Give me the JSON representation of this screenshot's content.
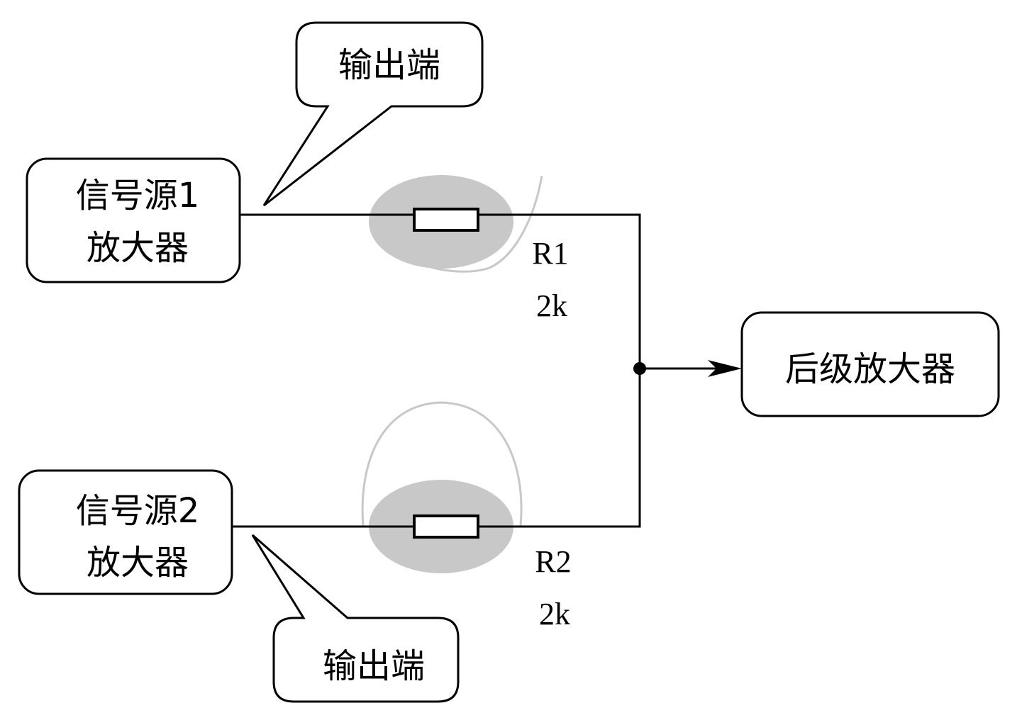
{
  "callout_top": {
    "label": "输出端"
  },
  "callout_bottom": {
    "label": "输出端"
  },
  "source1": {
    "line1": "信号源1",
    "line2": "放大器"
  },
  "source2": {
    "line1": "信号源2",
    "line2": "放大器"
  },
  "r1": {
    "name": "R1",
    "value": "2k"
  },
  "r2": {
    "name": "R2",
    "value": "2k"
  },
  "next_stage": {
    "label": "后级放大器"
  },
  "colors": {
    "line": "#000000",
    "halo": "#c8c8c8",
    "background": "#ffffff"
  }
}
